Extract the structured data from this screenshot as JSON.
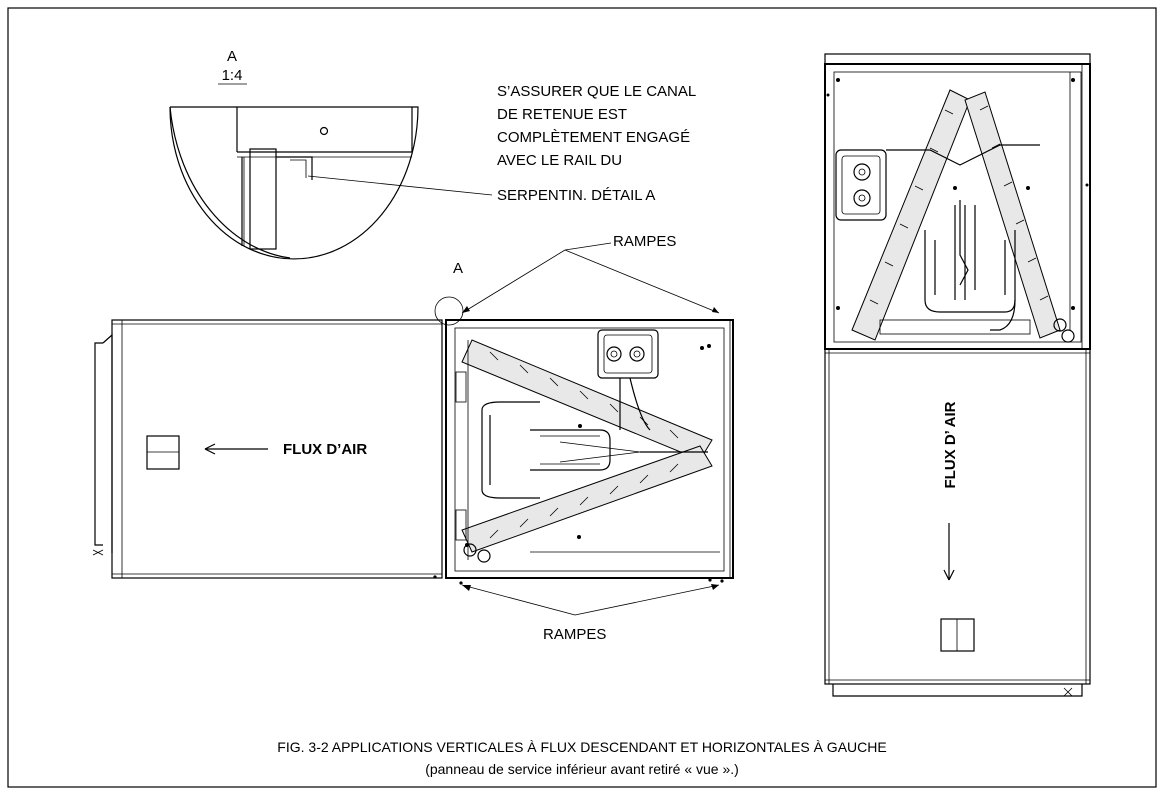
{
  "detail": {
    "letter": "A",
    "scale": "1:4"
  },
  "note": {
    "lines": [
      "S’ASSURER QUE LE CANAL",
      "DE RETENUE EST",
      "COMPLÈTEMENT ENGAGÉ",
      "AVEC LE RAIL DU",
      "SERPENTIN. DÉTAIL A"
    ]
  },
  "labels": {
    "rampes_top": "RAMPES",
    "rampes_bottom": "RAMPES",
    "detail_marker": "A",
    "flux_horizontal": "FLUX D’AIR",
    "flux_vertical": "FLUX D’ AIR"
  },
  "caption": {
    "line1": "FIG. 3-2 APPLICATIONS VERTICALES À FLUX DESCENDANT ET HORIZONTALES À GAUCHE",
    "line2": "(panneau de service inférieur avant retiré « vue ».)"
  }
}
